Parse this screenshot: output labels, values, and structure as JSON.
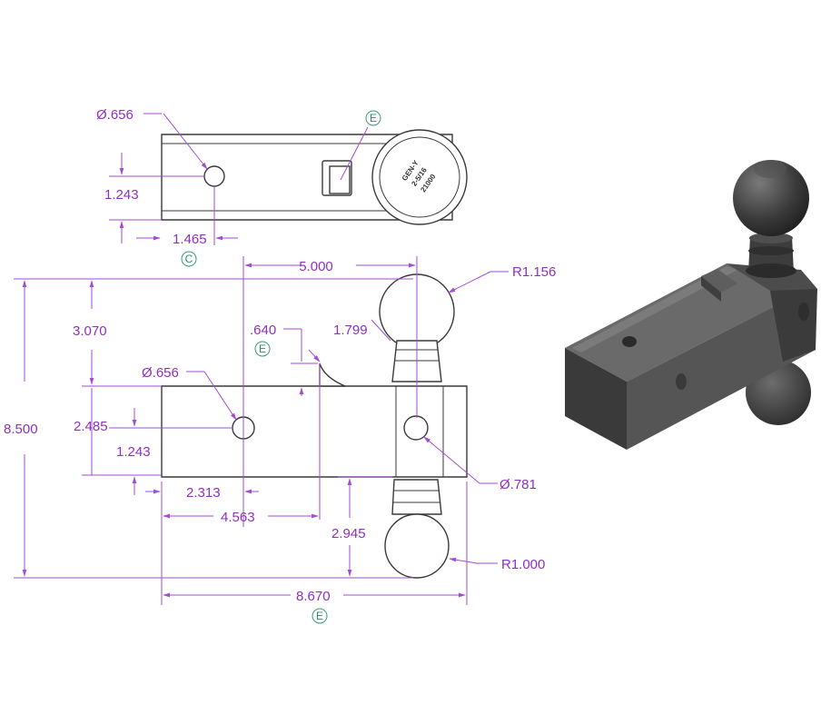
{
  "top_view": {
    "hole_dia": "Ø.656",
    "hole_offset": "1.243",
    "hole_dist": "1.465",
    "stamp": [
      "GEN-Y",
      "2-5/16",
      "21000"
    ]
  },
  "side_view": {
    "ball_spacing": "5.000",
    "top_radius": "R1.156",
    "height_to_top": "3.070",
    "gap": ".640",
    "upper_shank": "1.799",
    "hole_dia": "Ø.656",
    "overall_height": "8.500",
    "shank_height": "2.485",
    "hole_offset": "1.243",
    "hole_dist": "2.313",
    "pin_hole_dia": "Ø.781",
    "length_to_front": "4.563",
    "lower_shank": "2.945",
    "bottom_radius": "R1.000",
    "overall_length": "8.670"
  },
  "refs": [
    "E",
    "C",
    "E",
    "E"
  ]
}
